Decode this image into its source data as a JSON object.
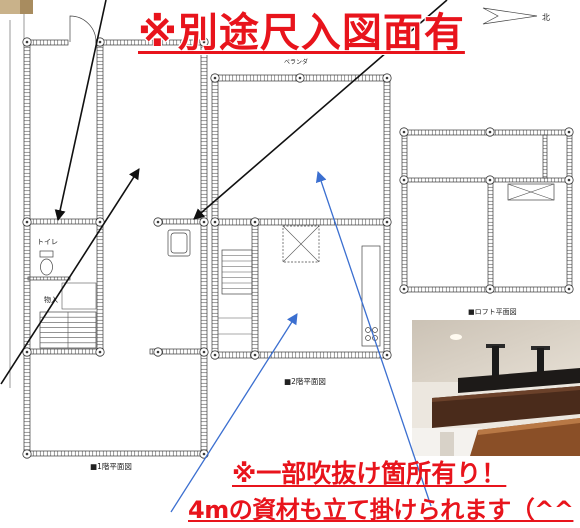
{
  "headline": "※別途尺入図面有",
  "compass": {
    "label": "北",
    "icon": "north-arrow-icon"
  },
  "plans": {
    "first_floor": {
      "title": "■1階平面図",
      "toilet_label": "トイレ",
      "storage_label": "物入"
    },
    "second_floor": {
      "title": "■2階平面図",
      "balcony_label": "ベランダ"
    },
    "loft": {
      "title": "■ロフト平面図"
    }
  },
  "notes": {
    "void_note": "※一部吹抜け箇所有り！",
    "materials_note": "4mの資材も立て掛けられます（^^"
  },
  "colors": {
    "accent_red": "#e8141c",
    "arrow_black": "#111111",
    "arrow_blue": "#3b6fd0",
    "wall_line": "#3a3a3a"
  }
}
